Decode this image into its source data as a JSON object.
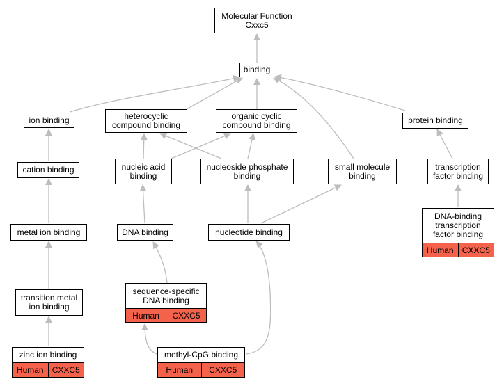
{
  "colors": {
    "edge": "#bdbdbd",
    "annotation": "#f4624b",
    "border": "#000000"
  },
  "nodes": {
    "mf": {
      "label": "Molecular Function\nCxxc5"
    },
    "binding": {
      "label": "binding"
    },
    "ion_binding": {
      "label": "ion binding"
    },
    "heterocyclic": {
      "label": "heterocyclic\ncompound binding"
    },
    "organic_cyclic": {
      "label": "organic cyclic\ncompound binding"
    },
    "protein_binding": {
      "label": "protein binding"
    },
    "cation_binding": {
      "label": "cation binding"
    },
    "nucleic_acid": {
      "label": "nucleic acid\nbinding"
    },
    "nucleoside_phosphate": {
      "label": "nucleoside phosphate\nbinding"
    },
    "small_molecule": {
      "label": "small molecule\nbinding"
    },
    "tf_binding": {
      "label": "transcription\nfactor binding"
    },
    "metal_ion": {
      "label": "metal ion binding"
    },
    "dna_binding": {
      "label": "DNA binding"
    },
    "nucleotide_binding": {
      "label": "nucleotide binding"
    },
    "dna_binding_tf": {
      "label": "DNA-binding\ntranscription\nfactor binding",
      "species": "Human",
      "gene": "CXXC5"
    },
    "transition_metal": {
      "label": "transition metal\nion binding"
    },
    "seq_specific": {
      "label": "sequence-specific\nDNA binding",
      "species": "Human",
      "gene": "CXXC5"
    },
    "zinc_ion": {
      "label": "zinc ion binding",
      "species": "Human",
      "gene": "CXXC5"
    },
    "methyl_cpg": {
      "label": "methyl-CpG binding",
      "species": "Human",
      "gene": "CXXC5"
    }
  }
}
